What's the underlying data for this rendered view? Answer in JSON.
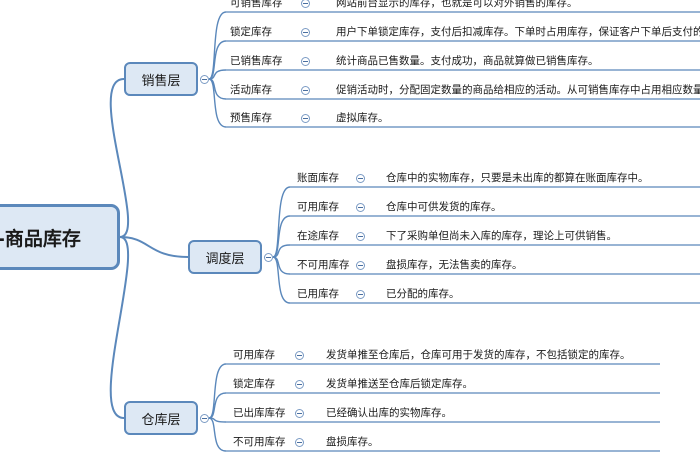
{
  "root": {
    "title": "-商品库存"
  },
  "groups": [
    {
      "title": "销售层",
      "items": [
        {
          "label": "可销售库存",
          "desc": "网站前台显示的库存，也就是可以对外销售的库存。"
        },
        {
          "label": "锁定库存",
          "desc": "用户下单锁定库存，支付后扣减库存。下单时占用库存，保证客户下单后支付的"
        },
        {
          "label": "已销售库存",
          "desc": "统计商品已售数量。支付成功，商品就算做已销售库存。"
        },
        {
          "label": "活动库存",
          "desc": "促销活动时，分配固定数量的商品给相应的活动。从可销售库存中占用相应数量"
        },
        {
          "label": "预售库存",
          "desc": "虚拟库存。"
        }
      ]
    },
    {
      "title": "调度层",
      "items": [
        {
          "label": "账面库存",
          "desc": "仓库中的实物库存，只要是未出库的都算在账面库存中。"
        },
        {
          "label": "可用库存",
          "desc": "仓库中可供发货的库存。"
        },
        {
          "label": "在途库存",
          "desc": "下了采购单但尚未入库的库存，理论上可供销售。"
        },
        {
          "label": "不可用库存",
          "desc": "盘损库存，无法售卖的库存。"
        },
        {
          "label": "已用库存",
          "desc": "已分配的库存。"
        }
      ]
    },
    {
      "title": "仓库层",
      "items": [
        {
          "label": "可用库存",
          "desc": "发货单推至仓库后，仓库可用于发货的库存，不包括锁定的库存。"
        },
        {
          "label": "锁定库存",
          "desc": "发货单推送至仓库后锁定库存。"
        },
        {
          "label": "已出库库存",
          "desc": "已经确认出库的实物库存。"
        },
        {
          "label": "不可用库存",
          "desc": "盘损库存。"
        }
      ]
    }
  ],
  "colors": {
    "connector": "#5b88bb",
    "node_fill": "#dde8f4",
    "node_border": "#5b88bb",
    "collapse_icon": "#4a6fa0"
  }
}
